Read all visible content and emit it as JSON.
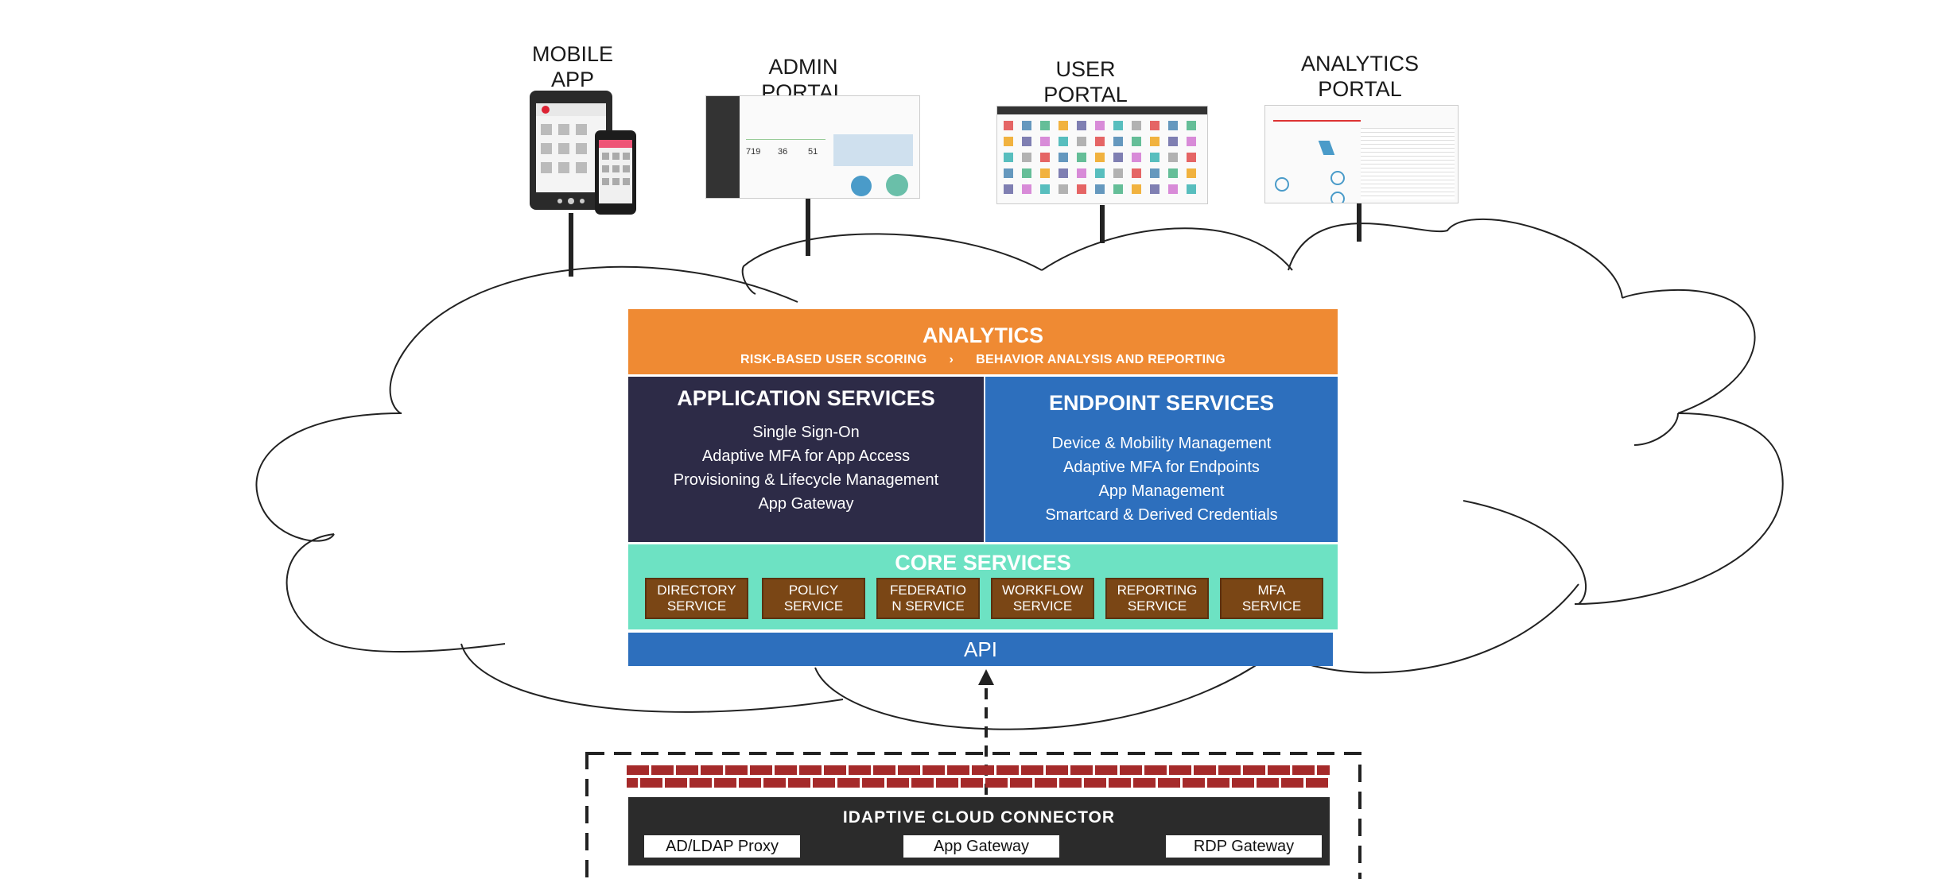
{
  "portals": {
    "mobile": "MOBILE\nAPP",
    "admin": "ADMIN\nPORTAL",
    "user": "USER\nPORTAL",
    "analytics": "ANALYTICS\nPORTAL"
  },
  "admin_shot": {
    "stats": [
      "719",
      "36",
      "51"
    ]
  },
  "analytics": {
    "title": "ANALYTICS",
    "item1": "RISK-BASED USER SCORING",
    "separator": "›",
    "item2": "BEHAVIOR ANALYSIS AND REPORTING"
  },
  "application_services": {
    "title": "APPLICATION SERVICES",
    "items": [
      "Single Sign-On",
      "Adaptive MFA for App Access",
      "Provisioning & Lifecycle Management",
      "App Gateway"
    ]
  },
  "endpoint_services": {
    "title": "ENDPOINT SERVICES",
    "items": [
      "Device & Mobility Management",
      "Adaptive MFA for Endpoints",
      "App Management",
      "Smartcard & Derived Credentials"
    ]
  },
  "core_services": {
    "title": "CORE SERVICES",
    "items": [
      "DIRECTORY\nSERVICE",
      "POLICY\nSERVICE",
      "FEDERATIO\nN SERVICE",
      "WORKFLOW\nSERVICE",
      "REPORTING\nSERVICE",
      "MFA\nSERVICE"
    ]
  },
  "api": {
    "label": "API"
  },
  "connector": {
    "title": "IDAPTIVE CLOUD CONNECTOR",
    "items": [
      "AD/LDAP Proxy",
      "App Gateway",
      "RDP Gateway"
    ]
  },
  "colors": {
    "analytics": "#ef8a33",
    "application_services": "#2d2b47",
    "endpoint_services": "#2d6fbd",
    "core_services": "#6de2c3",
    "core_box": "#7a4615",
    "api": "#2d6fbd",
    "firewall": "#a52a2a",
    "connector": "#2b2b2b"
  }
}
